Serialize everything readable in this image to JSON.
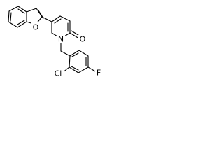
{
  "structure": {
    "atoms": {
      "ring_oxygen": "O",
      "carbonyl_oxygen": "O",
      "ring_nitrogen": "N",
      "chlorine": "Cl",
      "fluorine": "F"
    }
  },
  "colors": {
    "bond": "#000000",
    "background": "#ffffff"
  }
}
